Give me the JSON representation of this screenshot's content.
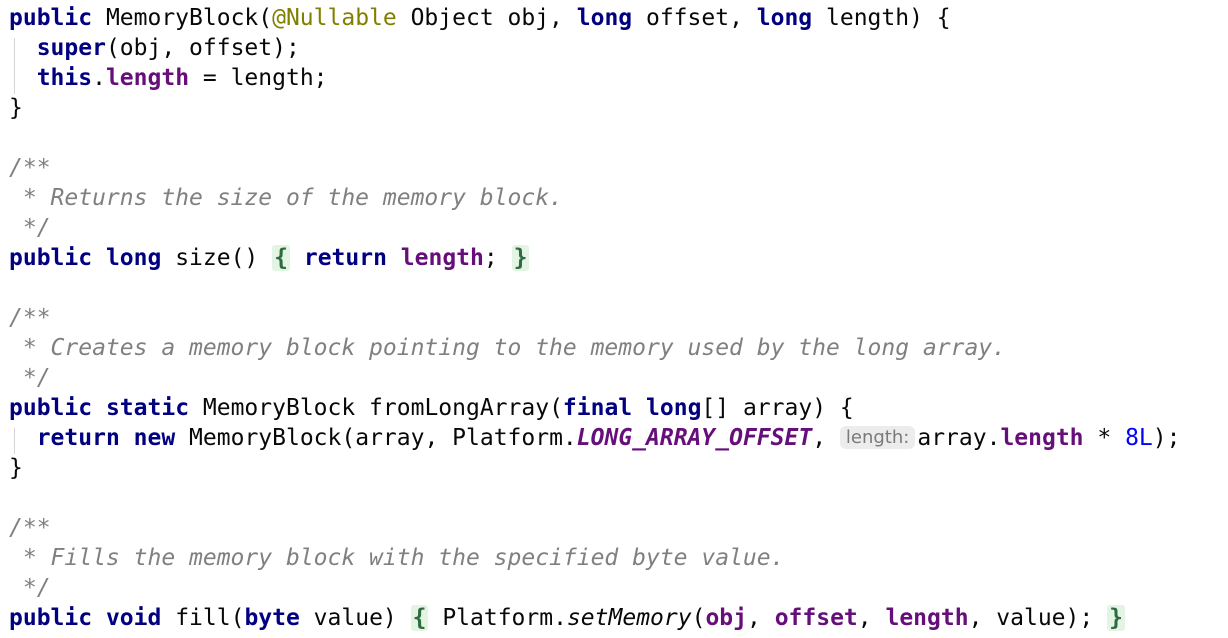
{
  "code": {
    "l1": {
      "kw_public": "public",
      "ctor": " MemoryBlock(",
      "annotation": "@Nullable",
      "p1": " Object obj, ",
      "kw_long1": "long",
      "p2": " offset, ",
      "kw_long2": "long",
      "p3": " length) {"
    },
    "l2": {
      "kw_super": "super",
      "rest": "(obj, offset);"
    },
    "l3": {
      "kw_this": "this",
      "dot": ".",
      "field": "length",
      "rest": " = length;"
    },
    "l4": {
      "brace": "}"
    },
    "c1": {
      "open": "/**",
      "body": " * Returns the size of the memory block.",
      "close": " */"
    },
    "l5": {
      "kw_public": "public",
      "kw_long": "long",
      "name": " size() ",
      "fold_open": "{",
      "kw_return": "return",
      "field": "length",
      "semi": ";",
      "fold_close": "}"
    },
    "c2": {
      "open": "/**",
      "body": " * Creates a memory block pointing to the memory used by the long array.",
      "close": " */"
    },
    "l6": {
      "kw_public": "public",
      "kw_static": "static",
      "type": " MemoryBlock fromLongArray(",
      "kw_final": "final",
      "kw_long": "long",
      "rest": "[] array) {"
    },
    "l7": {
      "kw_return": "return",
      "kw_new": "new",
      "call": " MemoryBlock(array, Platform.",
      "const": "LONG_ARRAY_OFFSET",
      "comma": ", ",
      "hint": "length:",
      "arr": "array.",
      "field": "length",
      "op": " * ",
      "num": "8L",
      "end": ");"
    },
    "l8": {
      "brace": "}"
    },
    "c3": {
      "open": "/**",
      "body": " * Fills the memory block with the specified byte value.",
      "close": " */"
    },
    "l9": {
      "kw_public": "public",
      "kw_void": "void",
      "name": " fill(",
      "kw_byte": "byte",
      "param": " value) ",
      "fold_open": "{",
      "obj": " Platform.",
      "method": "setMemory",
      "paren": "(",
      "f_obj": "obj",
      "sep1": ", ",
      "f_offset": "offset",
      "sep2": ", ",
      "f_length": "length",
      "tail": ", value); ",
      "fold_close": "}"
    }
  }
}
